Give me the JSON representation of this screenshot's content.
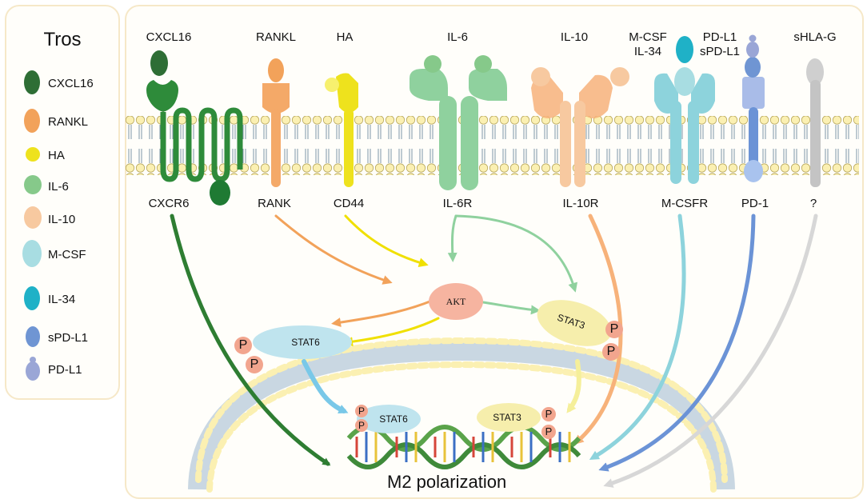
{
  "legend": {
    "title": "Tros",
    "items": [
      {
        "label": "CXCL16",
        "color": "#2e6e35",
        "shape": "oval"
      },
      {
        "label": "RANKL",
        "color": "#f2a25a",
        "shape": "oval"
      },
      {
        "label": "HA",
        "color": "#eee21d",
        "shape": "circle"
      },
      {
        "label": "IL-6",
        "color": "#86c98a",
        "shape": "circle"
      },
      {
        "label": "IL-10",
        "color": "#f7c9a0",
        "shape": "oval"
      },
      {
        "label": "M-CSF",
        "color": "#a8dde2",
        "shape": "oval"
      },
      {
        "label": "IL-34",
        "color": "#1fb1c7",
        "shape": "oval"
      },
      {
        "label": "sPD-L1",
        "color": "#6f95d3",
        "shape": "oval"
      },
      {
        "label": "PD-L1",
        "color": "#9aa6d6",
        "shape": "pin"
      }
    ]
  },
  "ligands": [
    {
      "label": "CXCL16"
    },
    {
      "label": "RANKL"
    },
    {
      "label": "HA"
    },
    {
      "label": "IL-6"
    },
    {
      "label": "IL-10"
    },
    {
      "label": "M-CSF\nIL-34"
    },
    {
      "label": "PD-L1\nsPD-L1"
    },
    {
      "label": "sHLA-G"
    }
  ],
  "receptors": [
    {
      "label": "CXCR6"
    },
    {
      "label": "RANK"
    },
    {
      "label": "CD44"
    },
    {
      "label": "IL-6R"
    },
    {
      "label": "IL-10R"
    },
    {
      "label": "M-CSFR"
    },
    {
      "label": "PD-1"
    },
    {
      "label": "?"
    }
  ],
  "nodes": {
    "akt": "AKT",
    "stat6": "STAT6",
    "stat3": "STAT3",
    "nuclear_stat6": "STAT6",
    "nuclear_stat3": "STAT3",
    "phospho": "P"
  },
  "outcome": "M2 polarization",
  "colors": {
    "cxcl16": "#2e7d32",
    "rankl": "#f2a25a",
    "ha": "#f0e000",
    "il6": "#8fd19e",
    "il10": "#f7b27a",
    "mcsf": "#8dd3dc",
    "pd1": "#6b93d6",
    "shlag": "#d7d7d7",
    "membrane_head": "#fbf0b2",
    "akt": "#f6b4a0",
    "stat6": "#bfe4ee",
    "stat3": "#f6eeac",
    "phospho": "#f2a58e"
  }
}
